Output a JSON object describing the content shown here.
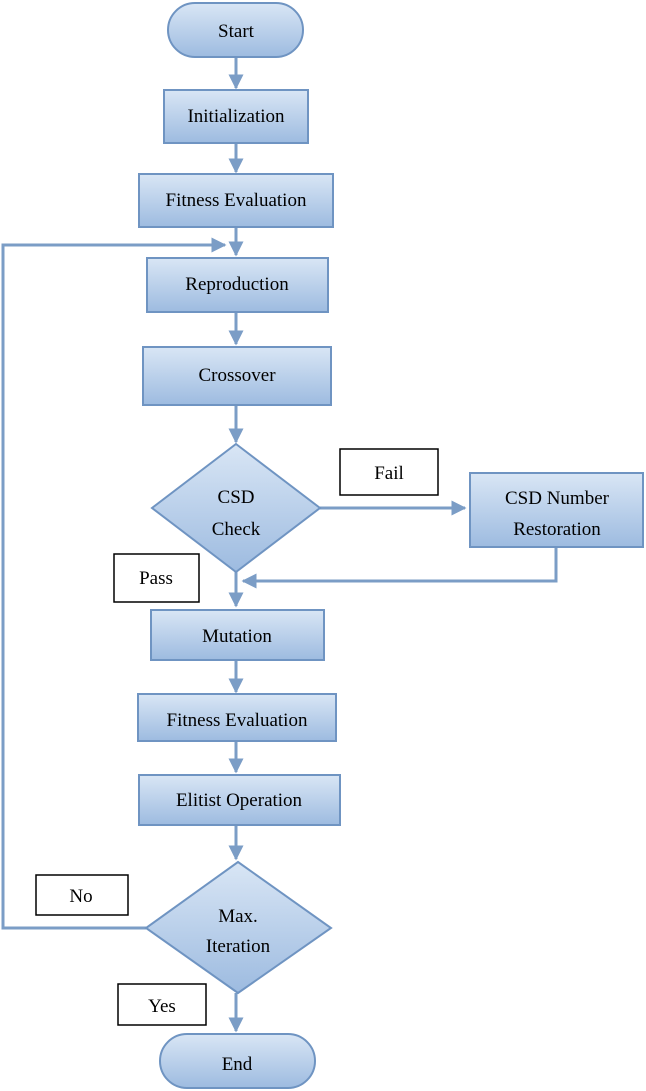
{
  "colors": {
    "node_fill_top": "#d9e6f5",
    "node_fill_bottom": "#9dbbe0",
    "node_stroke": "#6f94c2",
    "connector": "#7b9dc6",
    "label_box_stroke": "#000000"
  },
  "nodes": {
    "start": "Start",
    "initialization": "Initialization",
    "fitness_evaluation_1": "Fitness Evaluation",
    "reproduction": "Reproduction",
    "crossover": "Crossover",
    "csd_check": [
      "CSD",
      "Check"
    ],
    "csd_number_restoration": [
      "CSD Number",
      "Restoration"
    ],
    "mutation": "Mutation",
    "fitness_evaluation_2": "Fitness Evaluation",
    "elitist_operation": "Elitist Operation",
    "max_iteration": [
      "Max.",
      "Iteration"
    ],
    "end": "End"
  },
  "edge_labels": {
    "fail": "Fail",
    "pass": "Pass",
    "no": "No",
    "yes": "Yes"
  }
}
